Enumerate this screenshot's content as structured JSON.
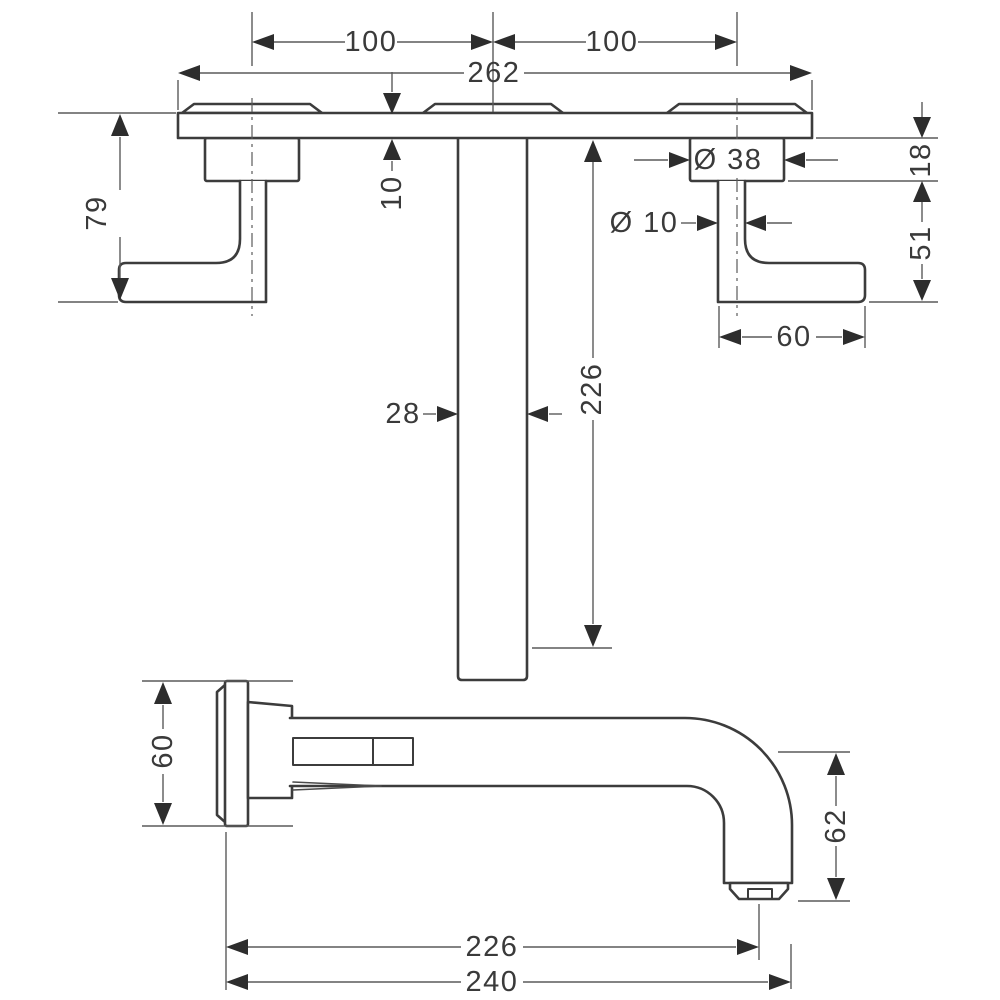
{
  "drawing": {
    "type": "technical-dimension-drawing",
    "subject": "wall-mounted 3-hole basin mixer with spout and two lever handles",
    "line_color": "#3c3c3c",
    "background_color": "#ffffff",
    "dims": {
      "spacing_left": "100",
      "spacing_right": "100",
      "plate_width": "262",
      "handle_height": "79",
      "plate_thickness": "10",
      "escutcheon_diameter": "Ø 38",
      "escutcheon_depth": "18",
      "rod_diameter": "Ø 10",
      "handle_drop": "51",
      "handle_length": "60",
      "spout_width": "28",
      "spout_projection": "226",
      "side_escutcheon_height": "60",
      "outlet_drop": "62",
      "reach_to_aerator": "226",
      "reach_total": "240"
    }
  }
}
